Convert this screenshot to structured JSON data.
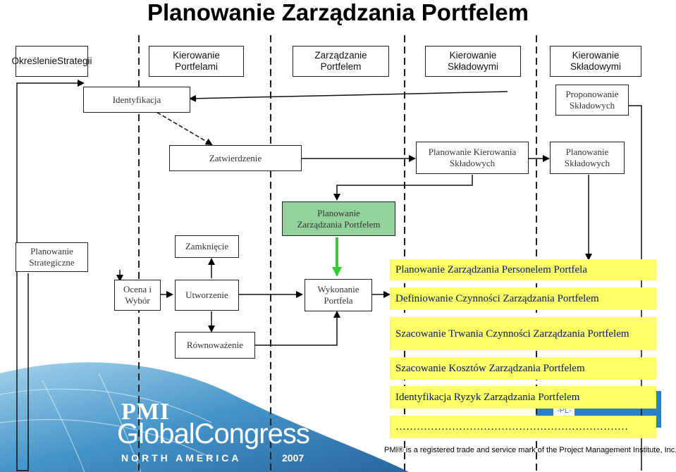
{
  "title": "Planowanie Zarządzania Portfelem",
  "header_boxes": [
    {
      "line1": "Określenie",
      "line2": "Strategii"
    },
    {
      "line1": "Kierowanie",
      "line2": "Portfelami"
    },
    {
      "line1": "Zarządzanie",
      "line2": "Portfelem"
    },
    {
      "line1": "Kierowanie",
      "line2": "Składowymi"
    },
    {
      "line1": "Kierowanie",
      "line2": "Składowymi"
    }
  ],
  "process_boxes": {
    "identyfikacja": "Identyfikacja",
    "proponowanie": {
      "line1": "Proponowanie",
      "line2": "Składowych"
    },
    "zatwierdzenie": "Zatwierdzenie",
    "planowanie_kierowania": {
      "line1": "Planowanie Kierowania",
      "line2": "Składowych"
    },
    "planowanie_skladowych": {
      "line1": "Planowanie",
      "line2": "Składowych"
    },
    "planowanie_zarzadzania": {
      "line1": "Planowanie",
      "line2": "Zarządzania Portfelem"
    },
    "planowanie_strategiczne": {
      "line1": "Planowanie",
      "line2": "Strategiczne"
    },
    "zamkniecie": "Zamknięcie",
    "ocena": {
      "line1": "Ocena i",
      "line2": "Wybór"
    },
    "utworzenie": "Utworzenie",
    "wykonanie": {
      "line1": "Wykonanie",
      "line2": "Portfela"
    },
    "rownowazenie": "Równoważenie"
  },
  "callouts": [
    "Planowanie Zarządzania Personelem Portfela",
    "Definiowanie Czynności Zarządzania Portfelem",
    "Szacowanie Trwania Czynności Zarządzania Portfelem",
    "Szacowanie Kosztów Zarządzania Portfelem",
    "Identyfikacja Ryzyk Zarządzania Portfelem",
    "…………………………………………………………"
  ],
  "branding": {
    "pmi": "PMI",
    "global_congress": "GlobalCongress",
    "region": "NORTH AMERICA",
    "year": "2007"
  },
  "footer": "PMI® is a registered trade and service mark of the Project Management Institute, Inc.",
  "colors": {
    "highlight_green": "#93d39b",
    "arrow_green": "#33cc33",
    "callout_yellow": "#ffff66",
    "callout_text": "#002060"
  }
}
